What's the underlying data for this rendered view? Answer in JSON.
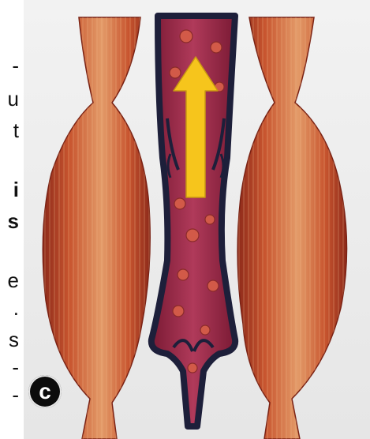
{
  "text_fragments": [
    {
      "text": "-",
      "bold": false
    },
    {
      "text": "u",
      "bold": false
    },
    {
      "text": "t",
      "bold": false
    },
    {
      "text": "i",
      "bold": true
    },
    {
      "text": "s",
      "bold": true
    },
    {
      "text": "e",
      "bold": false
    },
    {
      "text": ".",
      "bold": false
    },
    {
      "text": "s",
      "bold": false
    },
    {
      "text": "-",
      "bold": false
    },
    {
      "text": "-",
      "bold": false
    }
  ],
  "panel_label": "c",
  "colors": {
    "background": "#ffffff",
    "muscle_dark": "#8e2a1a",
    "muscle_mid": "#c8552f",
    "muscle_light": "#e8a070",
    "vein_outline": "#1d1f3a",
    "vein_interior": "#a0284a",
    "blood_cell": "#d25a48",
    "arrow": "#f6c51c"
  },
  "icons": [
    "upward-arrow",
    "valve-flaps",
    "blood-cells"
  ]
}
